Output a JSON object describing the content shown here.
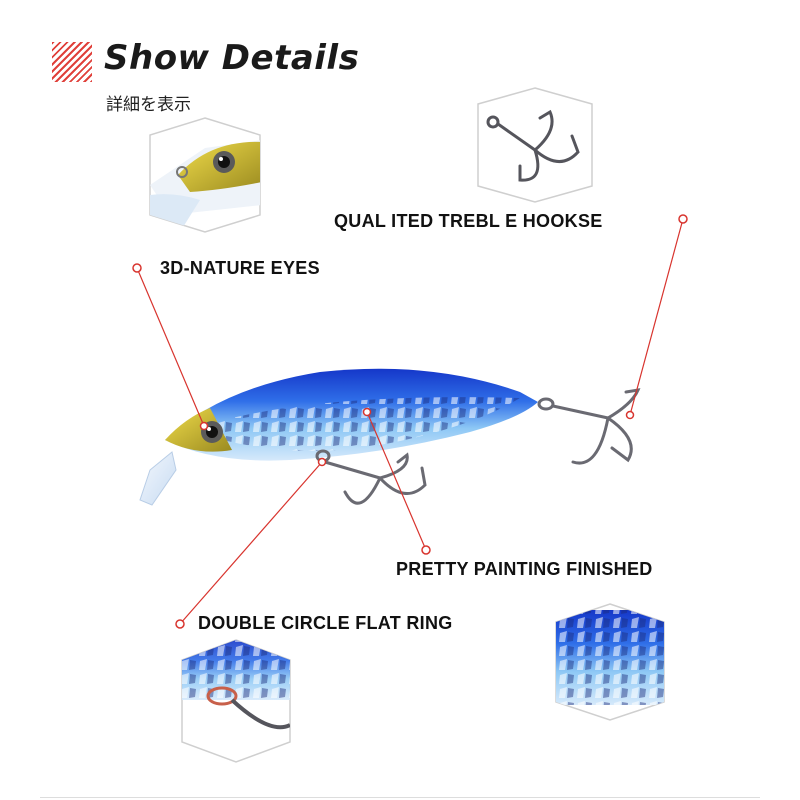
{
  "header": {
    "title": "Show Details",
    "subtitle": "詳細を表示"
  },
  "callouts": {
    "eyes": "3D-NATURE EYES",
    "hooks": "QUAL ITED TREBL E HOOKSE",
    "painting": "PRETTY PAINTING FINISHED",
    "ring": "DOUBLE CIRCLE FLAT RING"
  },
  "colors": {
    "accent": "#e0413b",
    "lure_blue": "#1f4fd6",
    "lure_light_blue": "#7ec0f2",
    "head_gold": "#d8c23a",
    "hook_steel": "#6a6a72"
  }
}
